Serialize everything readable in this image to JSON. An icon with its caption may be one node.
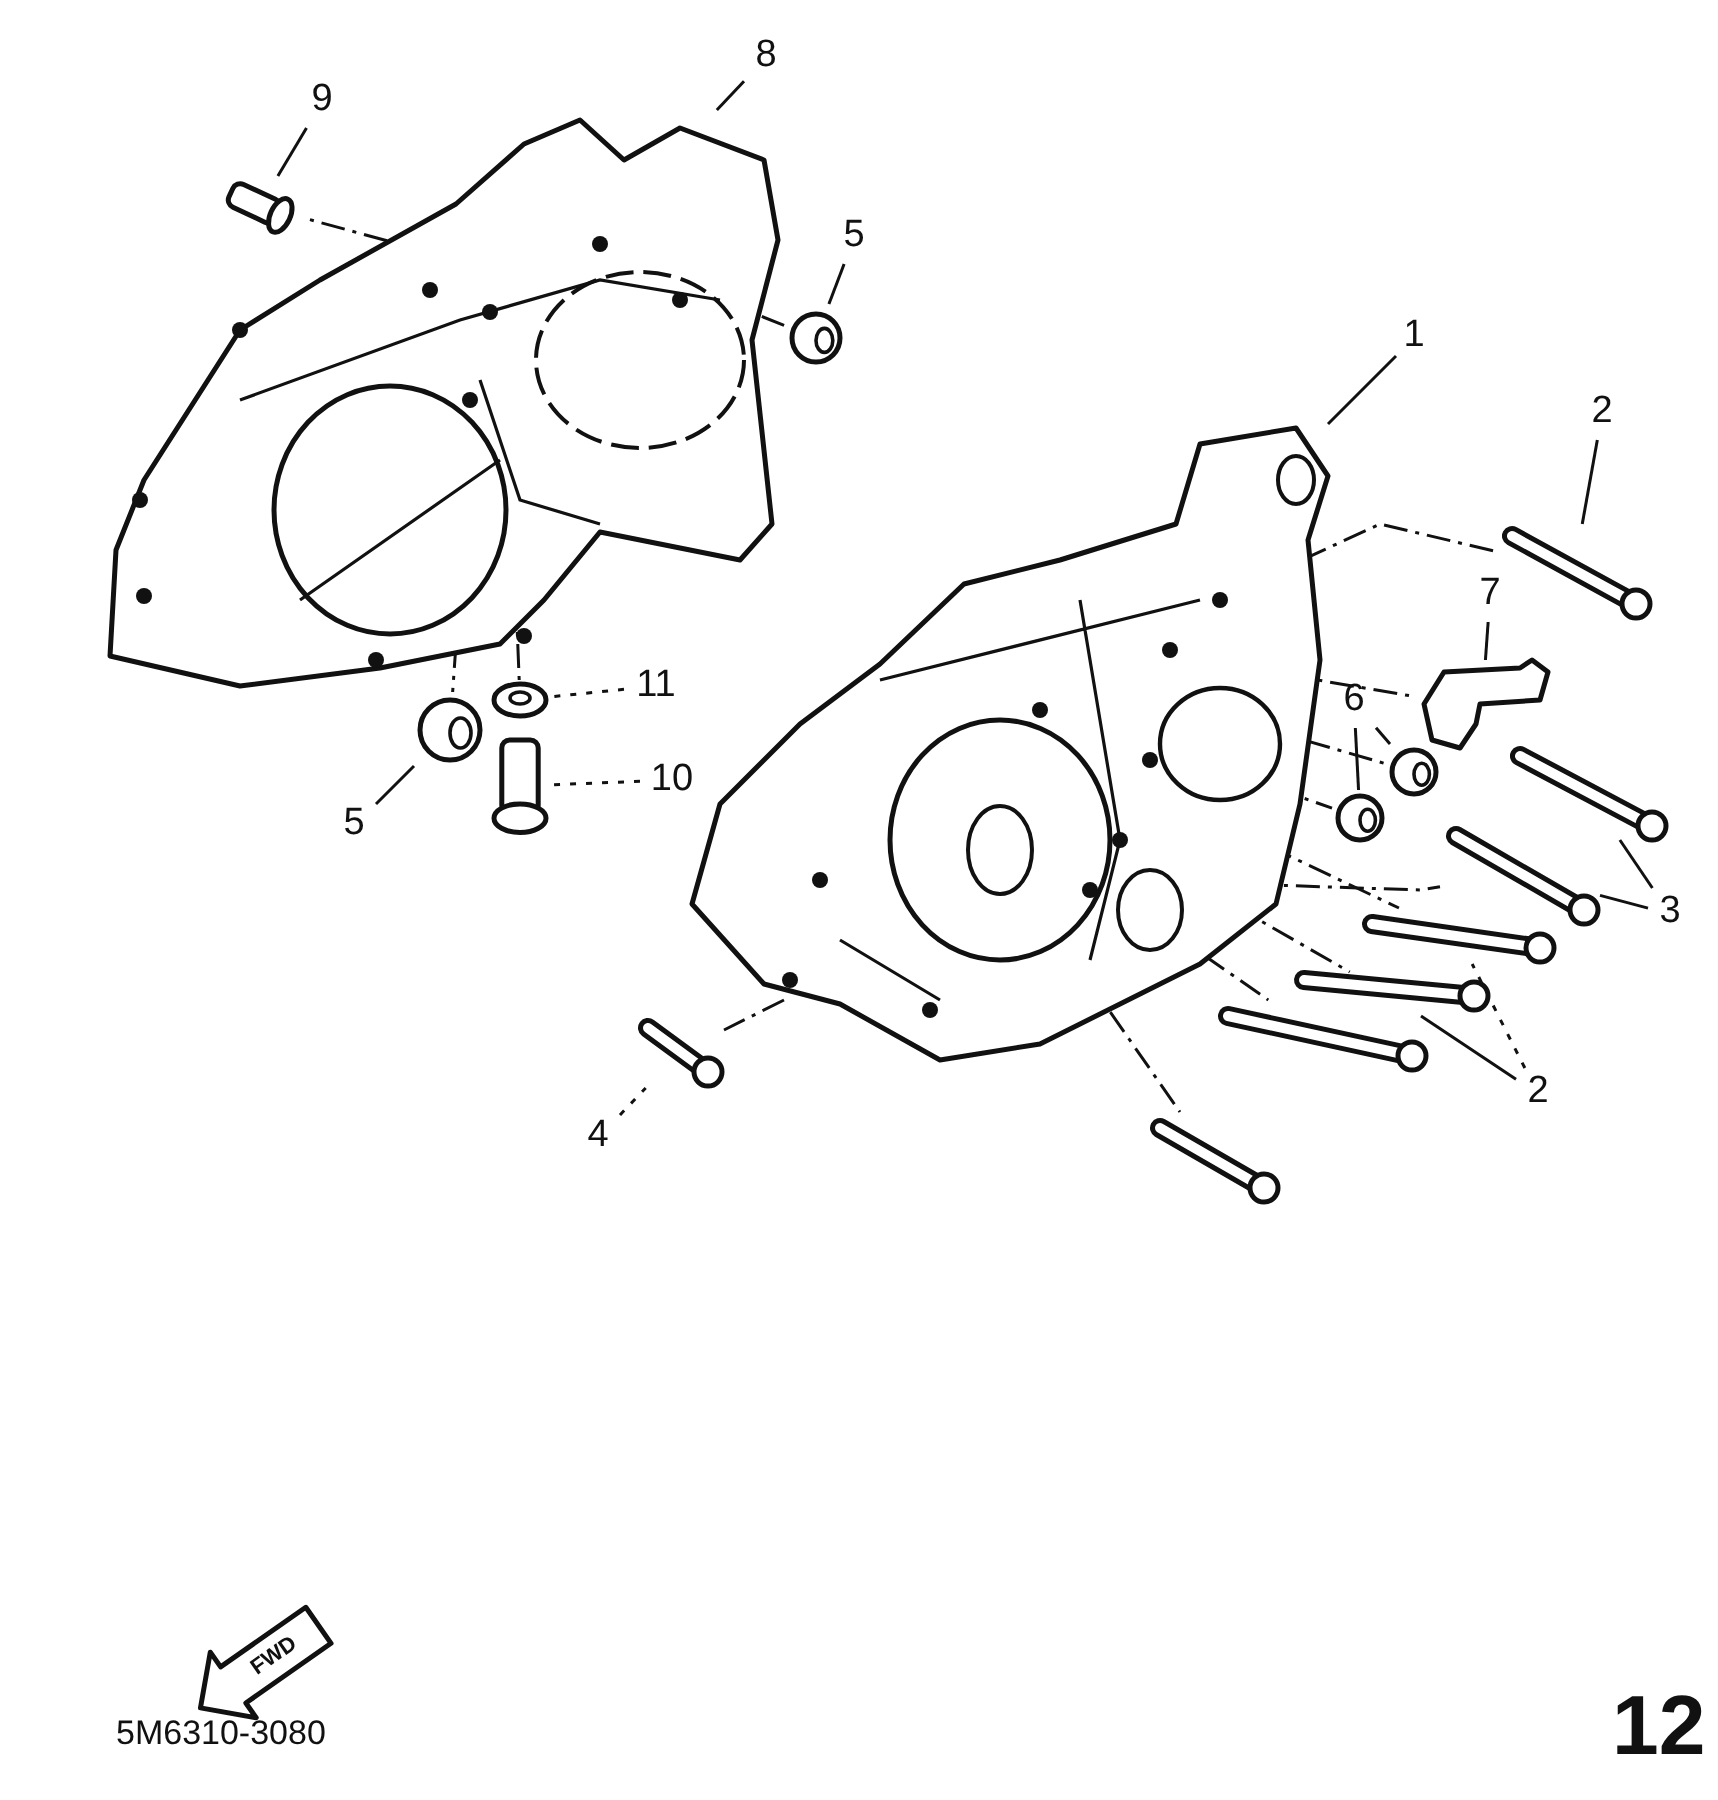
{
  "diagram": {
    "nodes": [
      {
        "text": [
          "9"
        ]
      },
      {
        "text": [],
        "shape": "cylinder"
      },
      {
        "text": [
          "8"
        ]
      },
      {
        "text": [],
        "shape": "picture"
      },
      {
        "text": [
          "5"
        ]
      },
      {
        "text": [],
        "shape": "picture"
      },
      {
        "text": [
          "11"
        ]
      },
      {
        "text": [],
        "shape": "picture"
      },
      {
        "text": [
          "10"
        ]
      },
      {
        "text": [],
        "shape": "cylinder"
      },
      {
        "text": [
          "5"
        ]
      },
      {
        "text": [],
        "shape": "picture"
      },
      {
        "text": [
          "1"
        ]
      },
      {
        "text": [],
        "shape": "picture"
      },
      {
        "text": [
          "2"
        ]
      },
      {
        "text": [],
        "shape": "picture"
      },
      {
        "text": [
          "7"
        ]
      },
      {
        "text": [],
        "shape": "picture"
      },
      {
        "text": [
          "6"
        ]
      },
      {
        "text": [],
        "shape": "picture"
      },
      {
        "text": [],
        "shape": "picture"
      },
      {
        "text": [
          "3"
        ]
      },
      {
        "text": [],
        "shape": "picture"
      },
      {
        "text": [],
        "shape": "picture"
      },
      {
        "text": [
          "2"
        ]
      },
      {
        "text": [],
        "shape": "picture"
      },
      {
        "text": [],
        "shape": "picture"
      },
      {
        "text": [
          "4"
        ]
      },
      {
        "text": [],
        "shape": "picture"
      },
      {
        "text": [],
        "shape": "picture"
      },
      {
        "text": [],
        "shape": "picture"
      }
    ],
    "edges": [
      {
        "from": 0,
        "to": 1,
        "arrow": "none"
      },
      {
        "from": 2,
        "to": 3,
        "arrow": "none"
      },
      {
        "from": 4,
        "to": 5,
        "arrow": "none"
      },
      {
        "from": 6,
        "to": 7,
        "arrow": "none",
        "style": "dashed"
      },
      {
        "from": 8,
        "to": 9,
        "arrow": "none",
        "style": "dashed"
      },
      {
        "from": 10,
        "to": 11,
        "arrow": "none"
      },
      {
        "from": 12,
        "to": 13,
        "arrow": "none"
      },
      {
        "from": 14,
        "to": 15,
        "arrow": "none"
      },
      {
        "from": 16,
        "to": 17,
        "arrow": "none"
      },
      {
        "from": 18,
        "to": 19,
        "arrow": "none"
      },
      {
        "from": 18,
        "to": 20,
        "arrow": "none"
      },
      {
        "from": 21,
        "to": 22,
        "arrow": "none"
      },
      {
        "from": 21,
        "to": 23,
        "arrow": "none"
      },
      {
        "from": 24,
        "to": 25,
        "arrow": "none",
        "style": "dashed"
      },
      {
        "from": 24,
        "to": 26,
        "arrow": "none"
      },
      {
        "from": 27,
        "to": 28,
        "arrow": "none",
        "style": "dashed"
      },
      {
        "from": 3,
        "to": 1,
        "arrow": "none",
        "style": "dashed"
      },
      {
        "from": 3,
        "to": 5,
        "arrow": "none",
        "style": "dashed"
      },
      {
        "from": 3,
        "to": 11,
        "arrow": "none",
        "style": "dashed"
      },
      {
        "from": 3,
        "to": 7,
        "arrow": "none",
        "style": "dashed"
      },
      {
        "from": 13,
        "to": 15,
        "arrow": "none",
        "style": "dashed"
      },
      {
        "from": 13,
        "to": 17,
        "arrow": "none",
        "style": "dashed"
      },
      {
        "from": 13,
        "to": 19,
        "arrow": "none",
        "style": "dashed"
      },
      {
        "from": 13,
        "to": 20,
        "arrow": "none",
        "style": "dashed"
      },
      {
        "from": 13,
        "to": 23,
        "arrow": "none",
        "style": "dashed"
      },
      {
        "from": 13,
        "to": 25,
        "arrow": "none",
        "style": "dashed"
      },
      {
        "from": 13,
        "to": 26,
        "arrow": "none",
        "style": "dashed"
      },
      {
        "from": 13,
        "to": 28,
        "arrow": "none",
        "style": "dashed"
      },
      {
        "from": 13,
        "to": 29,
        "arrow": "none",
        "style": "dashed"
      },
      {
        "from": 13,
        "to": 30,
        "arrow": "none",
        "style": "dashed"
      }
    ],
    "labels": [
      "FWD",
      "5M6310-3080",
      "12"
    ]
  }
}
